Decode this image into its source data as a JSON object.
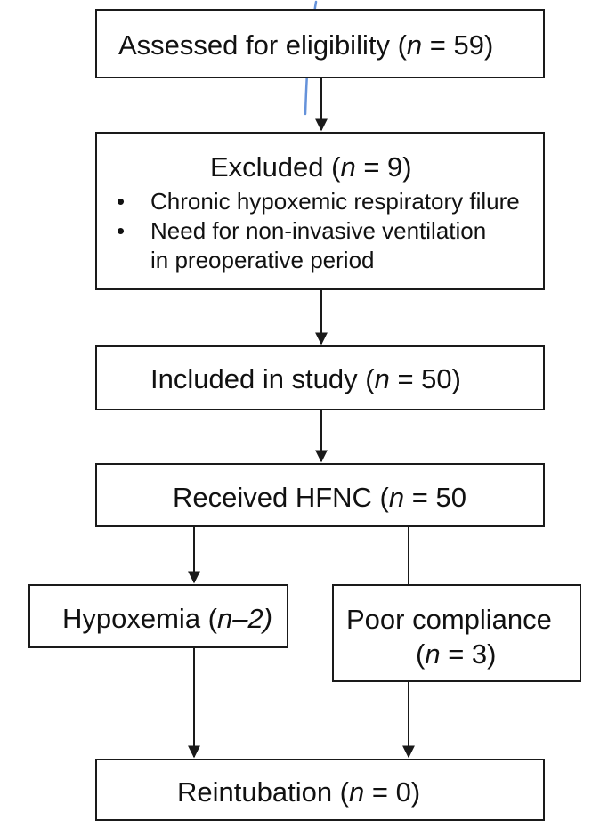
{
  "boxes": {
    "assessed": {
      "pre": "Assessed for eligibility (",
      "n": "n",
      "post": " = 59)"
    },
    "excluded": {
      "pre": "Excluded (",
      "n": "n",
      "post": " = 9)",
      "bullets": [
        {
          "mark": "•",
          "lines": [
            "Chronic hypoxemic respiratory filure"
          ]
        },
        {
          "mark": "•",
          "lines": [
            "Need for non-invasive ventilation",
            "in preoperative period"
          ]
        }
      ]
    },
    "included": {
      "pre": "Included in study (",
      "n": "n",
      "post": " = 50)"
    },
    "received": {
      "pre": "Received HFNC (",
      "n": "n",
      "post": " = 50"
    },
    "hypoxemia": {
      "pre": "Hypoxemia (",
      "n": "n–2)",
      "post": ""
    },
    "poor_compliance": {
      "line1": "Poor compliance",
      "pre": "(",
      "n": "n",
      "post": " = 3)"
    },
    "reintubation": {
      "pre": "Reintubation (",
      "n": "n",
      "post": " = 0)"
    }
  },
  "colors": {
    "line": "#1a1a1a",
    "pen_mark": "#4a7fd4"
  }
}
